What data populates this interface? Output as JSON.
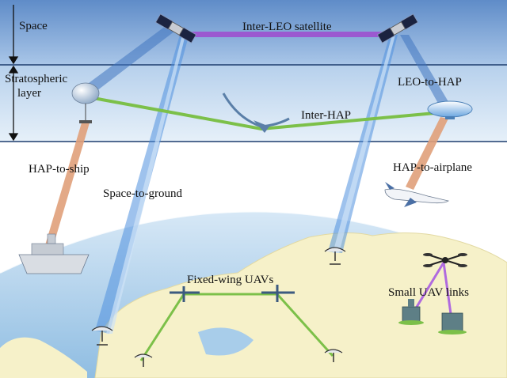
{
  "layers": {
    "space": "Space",
    "stratospheric_line1": "Stratospheric",
    "stratospheric_line2": "layer"
  },
  "links": {
    "inter_leo": "Inter-LEO satellite",
    "leo_to_hap": "LEO-to-HAP",
    "inter_hap": "Inter-HAP",
    "hap_to_ship": "HAP-to-ship",
    "hap_to_airplane": "HAP-to-airplane",
    "space_to_ground": "Space-to-ground",
    "fixed_wing_uavs": "Fixed-wing UAVs",
    "small_uav_links": "Small UAV links"
  },
  "colors": {
    "space_band": "#7fa6d6",
    "strat_band": "#c7dcef",
    "divider": "#1d3d6e",
    "inter_leo_link": "#9b59d0",
    "inter_hap_link": "#7cc049",
    "space_beam": "#4f8fdf",
    "ship_link": "#e0a07a",
    "uav_link": "#7cc049",
    "small_uav_link": "#b06adf",
    "ocean": "#9fc6e6",
    "land": "#f6f1c9"
  },
  "icons": [
    "satellite-icon",
    "balloon-icon",
    "airship-icon",
    "airplane-icon",
    "ship-icon",
    "fixed-wing-uav-icon",
    "drone-icon",
    "ground-antenna-icon",
    "building-icon"
  ]
}
